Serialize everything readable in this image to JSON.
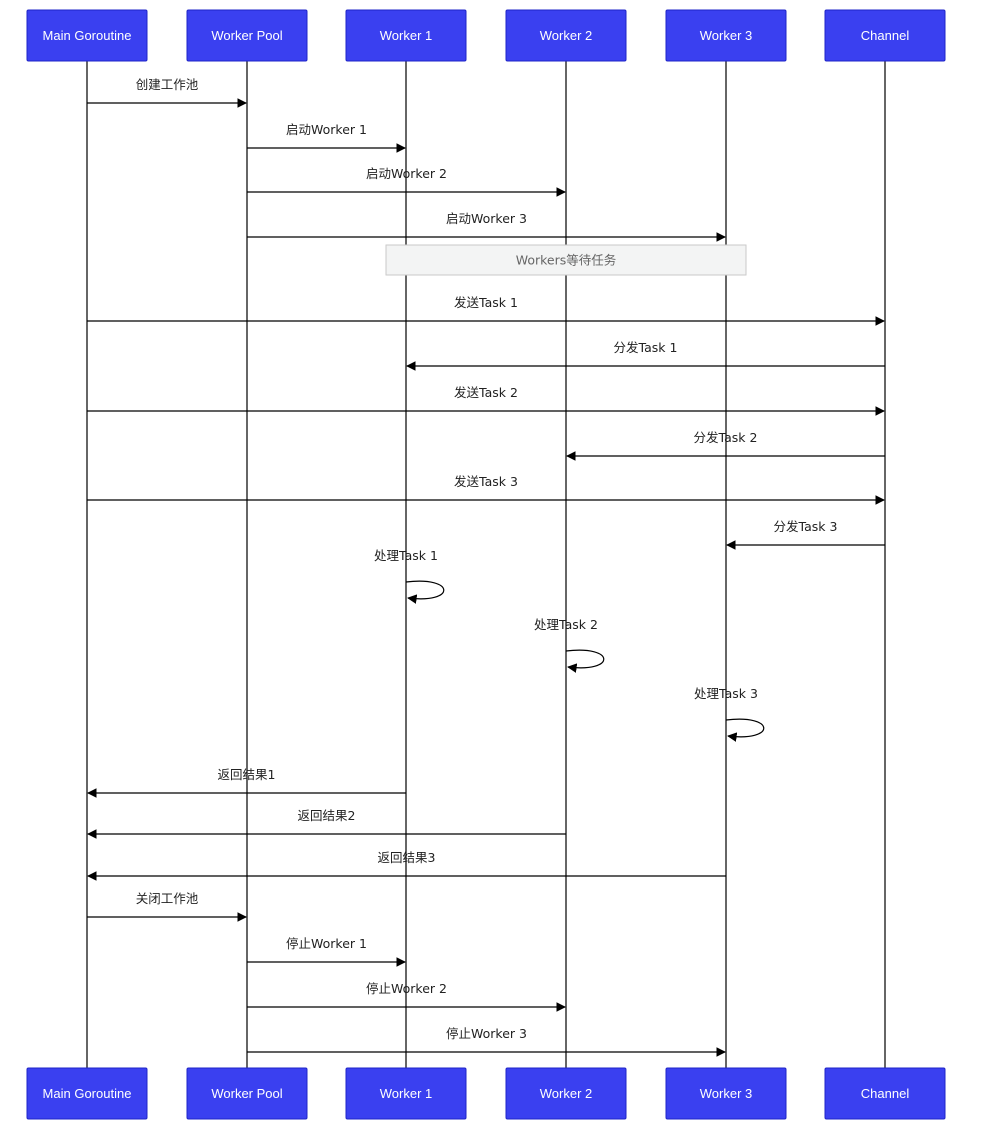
{
  "participants": [
    {
      "id": "main",
      "label": "Main Goroutine"
    },
    {
      "id": "pool",
      "label": "Worker Pool"
    },
    {
      "id": "w1",
      "label": "Worker 1"
    },
    {
      "id": "w2",
      "label": "Worker 2"
    },
    {
      "id": "w3",
      "label": "Worker 3"
    },
    {
      "id": "ch",
      "label": "Channel"
    }
  ],
  "colors": {
    "actor_fill": "#3a40f0",
    "actor_text": "#ffffff",
    "note_fill": "#f3f4f4",
    "line": "#000000"
  },
  "note": {
    "text": "Workers等待任务",
    "from": "w2",
    "to": "w3"
  },
  "messages": [
    {
      "from": "main",
      "to": "pool",
      "label": "创建工作池"
    },
    {
      "from": "pool",
      "to": "w1",
      "label": "启动Worker 1"
    },
    {
      "from": "pool",
      "to": "w2",
      "label": "启动Worker 2"
    },
    {
      "from": "pool",
      "to": "w3",
      "label": "启动Worker 3"
    },
    {
      "note": true
    },
    {
      "from": "main",
      "to": "ch",
      "label": "发送Task 1"
    },
    {
      "from": "ch",
      "to": "w1",
      "label": "分发Task 1"
    },
    {
      "from": "main",
      "to": "ch",
      "label": "发送Task 2"
    },
    {
      "from": "ch",
      "to": "w2",
      "label": "分发Task 2"
    },
    {
      "from": "main",
      "to": "ch",
      "label": "发送Task 3"
    },
    {
      "from": "ch",
      "to": "w3",
      "label": "分发Task 3"
    },
    {
      "from": "w1",
      "to": "w1",
      "label": "处理Task 1"
    },
    {
      "from": "w2",
      "to": "w2",
      "label": "处理Task 2"
    },
    {
      "from": "w3",
      "to": "w3",
      "label": "处理Task 3"
    },
    {
      "from": "w1",
      "to": "main",
      "label": "返回结果1"
    },
    {
      "from": "w2",
      "to": "main",
      "label": "返回结果2"
    },
    {
      "from": "w3",
      "to": "main",
      "label": "返回结果3"
    },
    {
      "from": "main",
      "to": "pool",
      "label": "关闭工作池"
    },
    {
      "from": "pool",
      "to": "w1",
      "label": "停止Worker 1"
    },
    {
      "from": "pool",
      "to": "w2",
      "label": "停止Worker 2"
    },
    {
      "from": "pool",
      "to": "w3",
      "label": "停止Worker 3"
    }
  ]
}
